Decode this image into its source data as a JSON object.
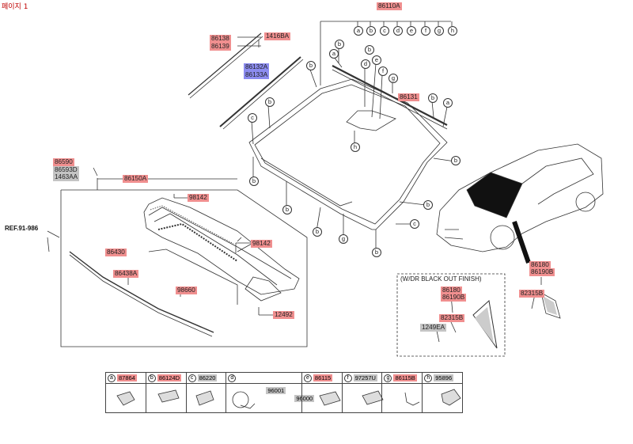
{
  "page_label": "페이지 1",
  "ref_label": "REF.91-986",
  "blackout_box_title": "(W/DR BLACK OUT FINISH)",
  "parts": {
    "windshield": "86110A",
    "moulding_upper_a": "86138",
    "moulding_upper_b": "86139",
    "clip_top": "1416BA",
    "moulding_side_a": "86132A",
    "moulding_side_b": "86133A",
    "trim_right": "86131",
    "cowl_bolt_a": "86590",
    "cowl_bolt_b": "86593D",
    "cowl_bolt_c": "1463AA",
    "cowl_cover": "86150A",
    "screw_upper": "98142",
    "screw_lower": "98142",
    "cowl_seal_a": "86430",
    "cowl_seal_b": "86438A",
    "nozzle": "98660",
    "bolt_bottom": "12492",
    "pillar_a": "86180",
    "pillar_b": "86190B",
    "pillar_clip": "82315B",
    "bo_a": "86180",
    "bo_b": "86190B",
    "bo_c": "82315B",
    "bo_d": "1249EA"
  },
  "circles": [
    "a",
    "b",
    "c",
    "d",
    "e",
    "f",
    "g",
    "h"
  ],
  "callouts": {
    "b": "b",
    "c": "c",
    "g": "g",
    "a": "a",
    "d": "d",
    "e": "e",
    "f": "f",
    "h": "h"
  },
  "legend": [
    {
      "letter": "a",
      "part": "87864",
      "style": "red"
    },
    {
      "letter": "b",
      "part": "86124D",
      "style": "red"
    },
    {
      "letter": "c",
      "part": "86220",
      "style": "gray"
    },
    {
      "letter": "d",
      "part": "",
      "style": "none",
      "sub_a": "96001",
      "sub_b": "96000"
    },
    {
      "letter": "e",
      "part": "86115",
      "style": "red"
    },
    {
      "letter": "f",
      "part": "97257U",
      "style": "gray"
    },
    {
      "letter": "g",
      "part": "86115B",
      "style": "red"
    },
    {
      "letter": "h",
      "part": "95896",
      "style": "gray"
    }
  ]
}
